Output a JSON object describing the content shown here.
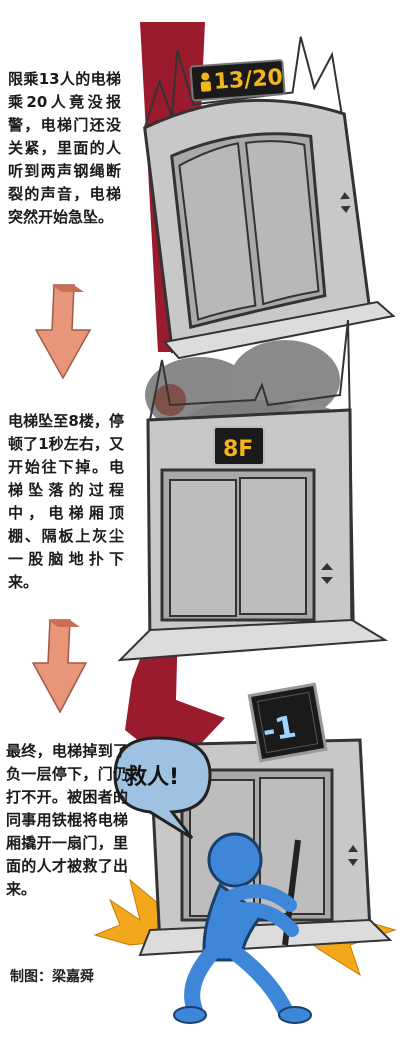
{
  "panels": [
    {
      "caption": "限乘13人的电梯乘20人竟没报警，电梯门还没关紧，里面的人听到两声钢绳断裂的声音，电梯突然开始急坠。",
      "display": "13/20"
    },
    {
      "caption": "电梯坠至8楼，停顿了1秒左右，又开始往下掉。电梯坠落的过程中，电梯厢顶棚、隔板上灰尘一股脑地扑下来。",
      "display": "8F"
    },
    {
      "caption": "最终，电梯掉到了负一层停下，门仍打不开。被困者的同事用铁棍将电梯厢撬开一扇门，里面的人才被救了出来。",
      "display": "-1"
    }
  ],
  "speech_bubble": "救人!",
  "credit": "制图：梁嘉舜",
  "colors": {
    "red_arrow": "#9a1a2e",
    "down_arrow": "#e8967a",
    "elevator_gray": "#c8c8c8",
    "display_text": "#f2b51a",
    "figure_blue": "#3d86d8",
    "burst": "#f2a81a"
  }
}
